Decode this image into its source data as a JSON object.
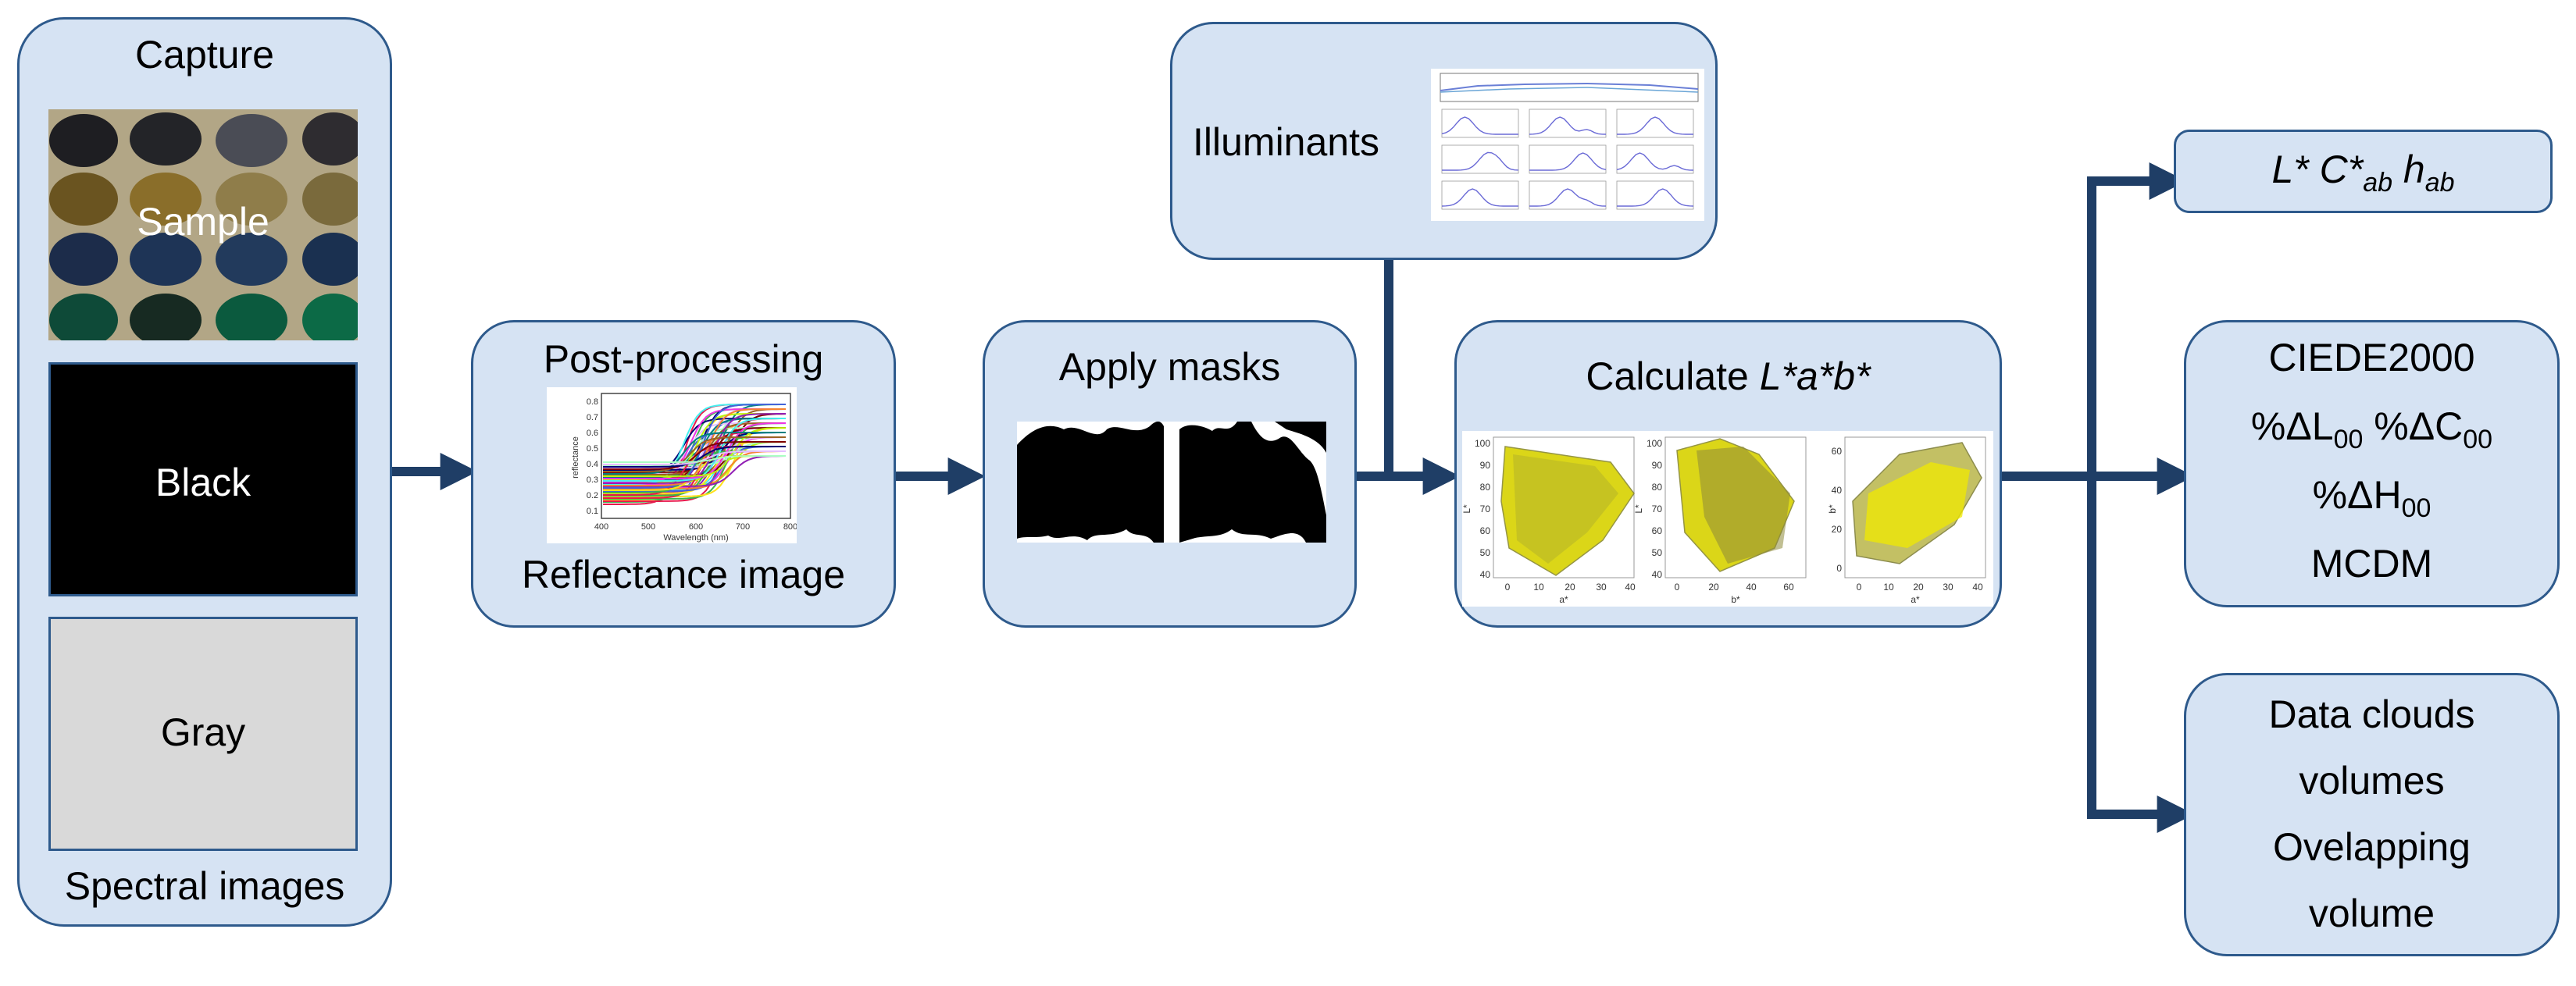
{
  "capture": {
    "title": "Capture",
    "sample_label": "Sample",
    "black_label": "Black",
    "gray_label": "Gray",
    "footer": "Spectral images"
  },
  "postprocessing": {
    "title": "Post-processing",
    "footer": "Reflectance image",
    "plot": {
      "xlabel": "Wavelength (nm)",
      "ylabel": "reflectance",
      "xticks": [
        "400",
        "500",
        "600",
        "700",
        "800"
      ],
      "yticks": [
        "0.8",
        "0.7",
        "0.6",
        "0.5",
        "0.4",
        "0.3",
        "0.2",
        "0.1"
      ]
    }
  },
  "masks": {
    "title": "Apply masks"
  },
  "illuminants": {
    "title": "Illuminants"
  },
  "lab": {
    "title_prefix": "Calculate ",
    "title_math": "L*a*b*",
    "plot1": {
      "xlabel": "a*",
      "ylabel": "L*",
      "xticks": [
        "0",
        "10",
        "20",
        "30",
        "40"
      ],
      "yticks": [
        "100",
        "90",
        "80",
        "70",
        "60",
        "50",
        "40"
      ]
    },
    "plot2": {
      "xlabel": "b*",
      "ylabel": "L*",
      "xticks": [
        "0",
        "20",
        "40",
        "60"
      ],
      "yticks": [
        "100",
        "90",
        "80",
        "70",
        "60",
        "50",
        "40"
      ]
    },
    "plot3": {
      "xlabel": "a*",
      "ylabel": "b*",
      "xticks": [
        "0",
        "10",
        "20",
        "30",
        "40"
      ],
      "yticks": [
        "60",
        "40",
        "20",
        "0"
      ]
    }
  },
  "outputs": {
    "lch": {
      "L": "L*",
      "C": "C*",
      "C_sub": "ab",
      "h": "h",
      "h_sub": "ab"
    },
    "ciede": {
      "line1": "CIEDE2000",
      "dL": "%ΔL",
      "dL_sub": "00",
      "dC": "%ΔC",
      "dC_sub": "00",
      "dH": "%ΔH",
      "dH_sub": "00",
      "line4": "MCDM"
    },
    "clouds": {
      "line1": "Data clouds",
      "line2": "volumes",
      "line3": "Ovelapping",
      "line4": "volume"
    }
  },
  "colors": {
    "box_fill": "#d6e3f3",
    "box_border": "#2e5a8c",
    "arrow": "#1f3e66"
  }
}
